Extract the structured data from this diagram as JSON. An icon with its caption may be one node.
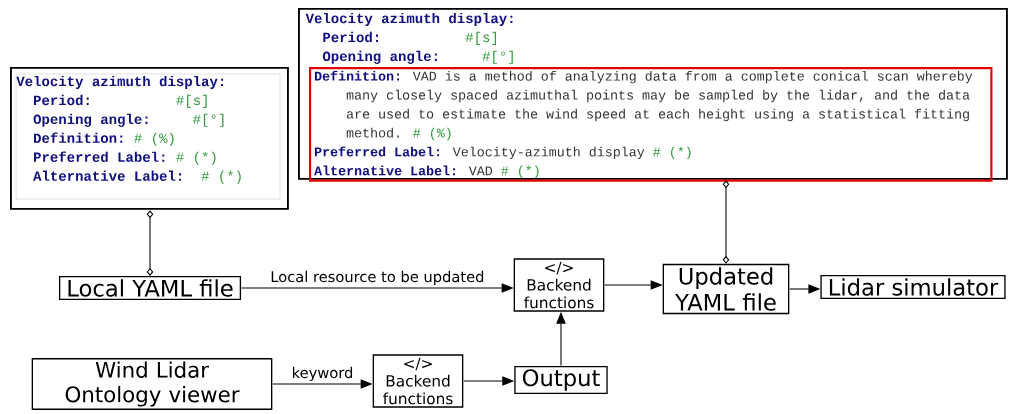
{
  "diagram": {
    "nodes": [
      {
        "text": [
          "Velocity azimuth display:",
          "Period:",
          "#[s]",
          "Opening angle:",
          "#[°]",
          "Definition:",
          "# (%)",
          "Preferred Label:",
          "# (*)",
          "Alternative Label:",
          "# (*)"
        ]
      },
      {
        "text": [
          "Velocity azimuth display:",
          "Period:",
          "#[s]",
          "Opening angle:",
          "#[°]"
        ]
      },
      {
        "text": [
          "Definition:",
          "VAD is a method of analyzing data from a complete conical scan whereby many closely spaced azimuthal points may be sampled by the lidar, and the data are used to estimate the wind speed at each height using a statistical fitting method.",
          "# (%)",
          "Preferred Label:",
          "Velocity-azimuth display",
          "# (*)",
          "Alternative Label:",
          "VAD",
          "# (*)"
        ],
        "in": 1
      },
      {
        "text": [
          "Local YAML file"
        ]
      },
      {
        "text": [
          "</>",
          "Backend functions"
        ]
      },
      {
        "text": [
          "Updated YAML file"
        ]
      },
      {
        "text": [
          "Lidar simulator"
        ]
      },
      {
        "text": [
          "Wind Lidar Ontology viewer"
        ]
      },
      {
        "text": [
          "</>",
          "Backend functions"
        ]
      },
      {
        "text": [
          "Output"
        ]
      }
    ],
    "edges": [
      {
        "from": 0,
        "to": 3,
        "arrow": "other"
      },
      {
        "from": 1,
        "to": 5,
        "arrow": "other"
      },
      {
        "from": 3,
        "to": 4,
        "arrow": "to",
        "label": "Local resource to be updated"
      },
      {
        "from": 4,
        "to": 5,
        "arrow": "to"
      },
      {
        "from": 5,
        "to": 6,
        "arrow": "to"
      },
      {
        "from": 7,
        "to": 8,
        "arrow": "to",
        "label": "keyword"
      },
      {
        "from": 8,
        "to": 9,
        "arrow": "to"
      },
      {
        "from": 9,
        "to": 4,
        "arrow": "to"
      }
    ]
  }
}
